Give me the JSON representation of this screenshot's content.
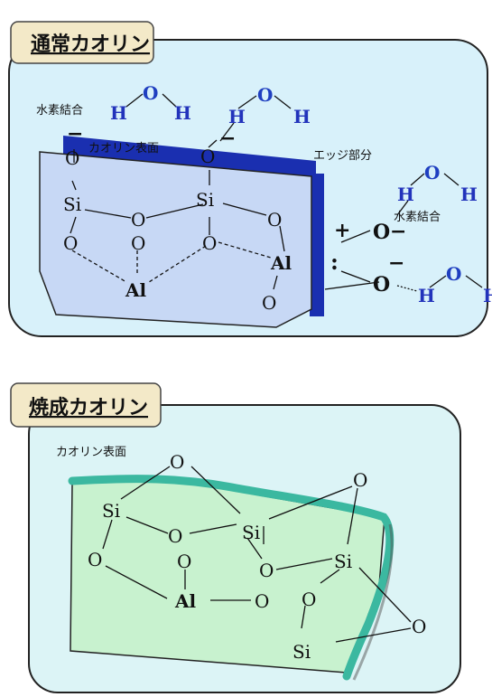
{
  "panel_top": {
    "title": "通常カオリン",
    "label_hbond_top": "水素結合",
    "label_surface": "カオリン表面",
    "label_edge": "エッジ部分",
    "label_hbond_right": "水素結合",
    "plus": "+",
    "minus": "−",
    "colon": ":",
    "atoms": {
      "O": "O",
      "H": "H",
      "Si": "Si",
      "Al": "Al"
    },
    "colors": {
      "panel_bg": "#d8f1fa",
      "slab": "#c7d8f5",
      "edge": "#1a2fb0",
      "water_h": "#2233bb",
      "water_o": "#1f3fc0"
    }
  },
  "panel_bottom": {
    "title": "焼成カオリン",
    "label_surface": "カオリン表面",
    "atoms": {
      "O": "O",
      "Si": "Si",
      "Al": "Al"
    },
    "colors": {
      "panel_bg": "#dcf4f6",
      "slab": "#c8f2cf",
      "edge": "#3bb8a0"
    }
  }
}
